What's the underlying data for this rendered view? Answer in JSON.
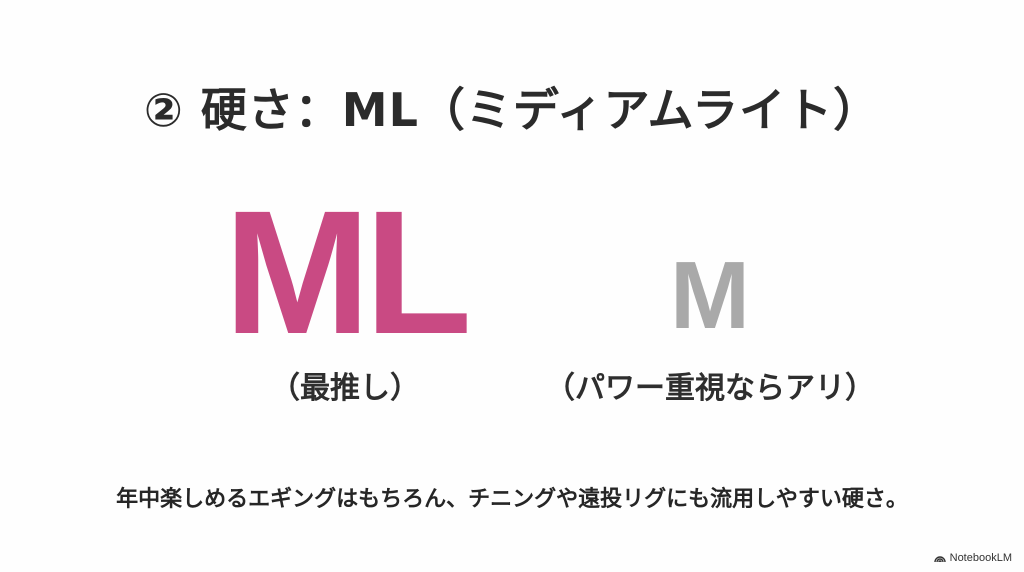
{
  "slide": {
    "title": "② 硬さ：ML（ミディアムライト）",
    "options": [
      {
        "label": "ML",
        "note": "（最推し）",
        "color": "#c94a83",
        "emphasis": "recommended"
      },
      {
        "label": "M",
        "note": "（パワー重視ならアリ）",
        "color": "#a9a9a9",
        "emphasis": "alternative"
      }
    ],
    "description": "年中楽しめるエギングはもちろん、チニングや遠投リグにも流用しやすい硬さ。"
  },
  "watermark": {
    "icon": "notebooklm-logo-icon",
    "label": "NotebookLM"
  },
  "colors": {
    "background": "#fefefe",
    "text": "#2b2b2b",
    "accent": "#c94a83",
    "muted": "#a9a9a9"
  }
}
